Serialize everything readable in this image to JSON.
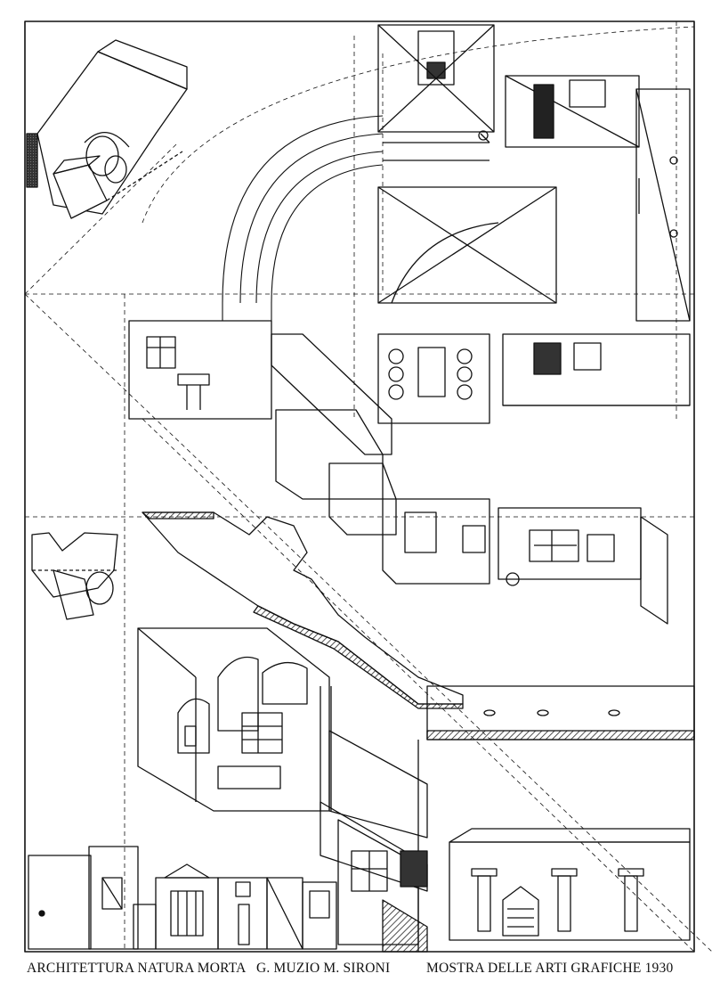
{
  "caption": {
    "left": "ARCHITETTURA NATURA MORTA",
    "middle": "G. MUZIO  M. SIRONI",
    "right": "MOSTRA DELLE ARTI GRAFICHE 1930"
  },
  "palette": {
    "ink": "#111111",
    "paper": "#ffffff",
    "shade": "#555555"
  }
}
